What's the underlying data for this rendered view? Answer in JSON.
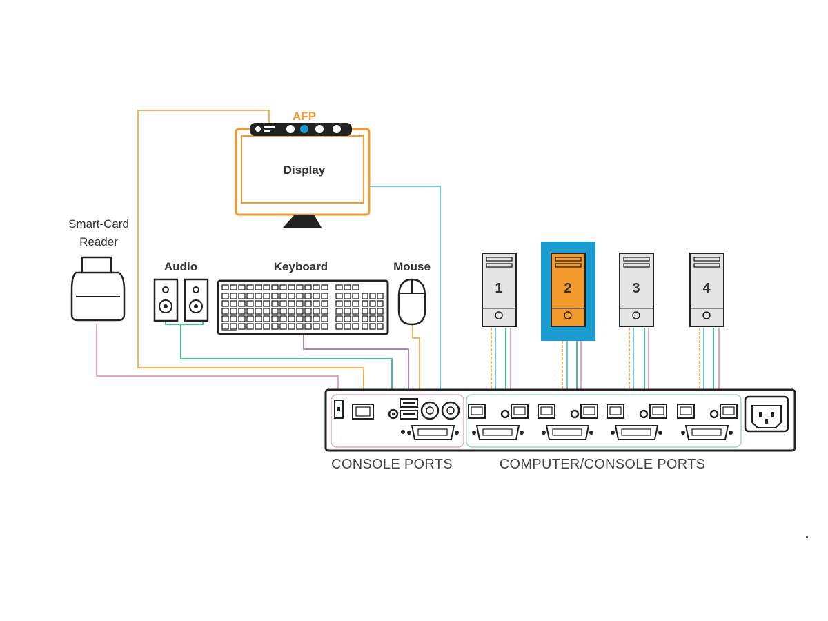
{
  "labels": {
    "afp": "AFP",
    "display": "Display",
    "smart_card_line1": "Smart-Card",
    "smart_card_line2": "Reader",
    "audio": "Audio",
    "keyboard": "Keyboard",
    "mouse": "Mouse",
    "console_ports": "CONSOLE PORTS",
    "computer_console_ports": "COMPUTER/CONSOLE PORTS"
  },
  "computers": [
    {
      "number": "1",
      "selected": false
    },
    {
      "number": "2",
      "selected": true
    },
    {
      "number": "3",
      "selected": false
    },
    {
      "number": "4",
      "selected": false
    }
  ],
  "colors": {
    "accent_orange": "#f39a2c",
    "selected_blue": "#1a9bd0",
    "cable_orange": "#f2b45c",
    "cable_blue": "#6ec6e0",
    "cable_green": "#4cbf8f",
    "cable_purple": "#b07fc0",
    "cable_pink": "#e9a7bf",
    "outline": "#222222"
  }
}
